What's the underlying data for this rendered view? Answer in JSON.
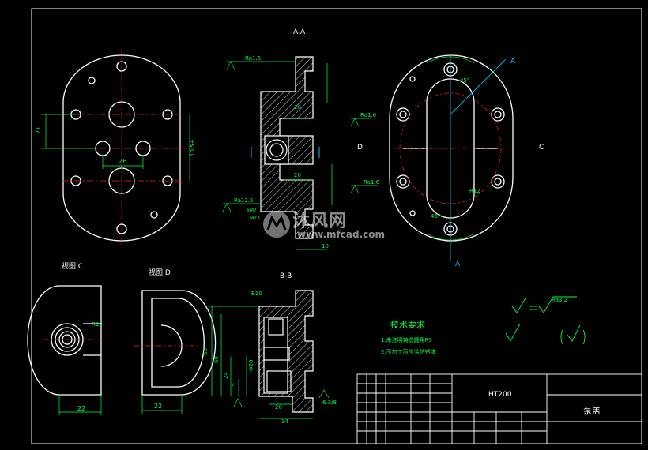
{
  "colors": {
    "bg": "#000000",
    "line": "#ffffff",
    "center": "#ff2020",
    "dim": "#00ff40",
    "cyan": "#00c8ff",
    "hatch": "#ffffff",
    "magenta": "#d000d0"
  },
  "views": {
    "section_aa": "A-A",
    "section_bb": "B-B",
    "view_c": "视图 C",
    "view_d": "视图 D",
    "label_a_top": "A",
    "label_a_bottom": "A",
    "label_d": "D",
    "label_c": "C"
  },
  "dims": {
    "front_21": "21",
    "front_26": "26",
    "front_height": "10.5±",
    "aa_20a": "20",
    "aa_20b": "20",
    "aa_10": "10",
    "aa_ra16a": "Ra1.6",
    "aa_ra16b": "Ra1.6",
    "aa_ra16c": "Ra1.6",
    "aa_ra125": "Ra12.5",
    "aa_6m7": "6M7",
    "aa_m23": "M23",
    "right_45a": "45°",
    "right_45b": "45°",
    "right_r12": "R12",
    "c_r12": "R12",
    "c_22": "22",
    "d_22": "22",
    "bb_b10": "B10",
    "bb_60": "60",
    "bb_50": "50",
    "bb_34": "34",
    "bb_15": "15",
    "bb_20": "20",
    "bb_24": "24",
    "bb_phi20": "Φ20",
    "bb_63": "6.3/8"
  },
  "tech": {
    "title": "技术要求",
    "item1": "1.未注明铸造圆角R3",
    "item2": "2.不加工面应涂防锈漆"
  },
  "roughness_note": "Ra3.2",
  "title_block": {
    "material": "HT200",
    "part_name": "泵盖"
  },
  "watermark": {
    "main": "沐风网",
    "url": "www.mfcad.com"
  }
}
